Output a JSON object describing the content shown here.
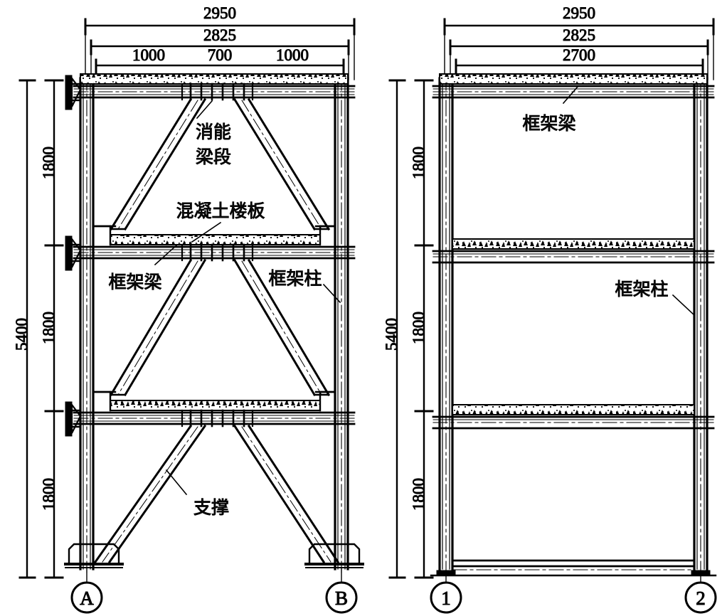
{
  "drawing": {
    "title": "",
    "type": "structural-elevation",
    "units": "mm"
  },
  "panels": [
    {
      "id": "left",
      "name": "eccentrically-braced-frame-elevation",
      "top_dimensions": [
        {
          "label": "2950",
          "span": "overall"
        },
        {
          "label": "2825",
          "span": "column-centerlines"
        },
        {
          "label": "1000",
          "span": "left-bay"
        },
        {
          "label": "700",
          "span": "link-beam"
        },
        {
          "label": "1000",
          "span": "right-bay"
        }
      ],
      "left_dimensions": {
        "total": "5400",
        "segments": [
          "1800",
          "1800",
          "1800"
        ]
      },
      "axis_marks": [
        "A",
        "B"
      ],
      "callouts": [
        {
          "id": "link-beam",
          "line1": "消能",
          "line2": "梁段",
          "text": "消能梁段"
        },
        {
          "id": "concrete-slab",
          "text": "混凝土楼板"
        },
        {
          "id": "frame-beam",
          "text": "框架梁"
        },
        {
          "id": "frame-column",
          "text": "框架柱"
        },
        {
          "id": "brace",
          "text": "支撑"
        }
      ]
    },
    {
      "id": "right",
      "name": "moment-frame-elevation",
      "top_dimensions": [
        {
          "label": "2950",
          "span": "overall"
        },
        {
          "label": "2825",
          "span": "column-centerlines"
        },
        {
          "label": "2700",
          "span": "clear-span"
        }
      ],
      "left_dimensions": {
        "total": "5400",
        "segments": [
          "1800",
          "1800",
          "1800"
        ]
      },
      "axis_marks": [
        "1",
        "2"
      ],
      "callouts": [
        {
          "id": "frame-beam",
          "text": "框架梁"
        },
        {
          "id": "frame-column",
          "text": "框架柱"
        }
      ]
    }
  ],
  "colors": {
    "line": "#000000",
    "background": "#ffffff",
    "label_text": "#111111"
  }
}
